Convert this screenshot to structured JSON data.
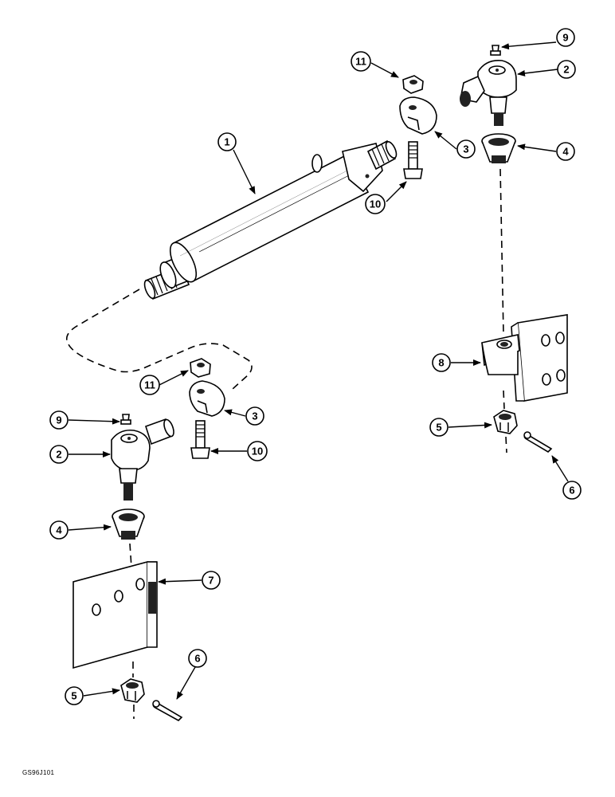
{
  "callouts": {
    "c1": "1",
    "c2a": "2",
    "c2b": "2",
    "c3a": "3",
    "c3b": "3",
    "c4a": "4",
    "c4b": "4",
    "c5a": "5",
    "c5b": "5",
    "c6a": "6",
    "c6b": "6",
    "c7": "7",
    "c8": "8",
    "c9a": "9",
    "c9b": "9",
    "c10a": "10",
    "c10b": "10",
    "c11a": "11",
    "c11b": "11"
  },
  "reference_code": "GS96J101"
}
